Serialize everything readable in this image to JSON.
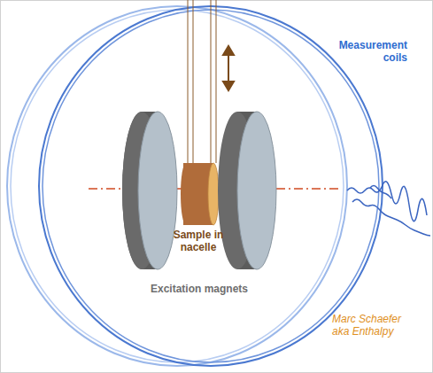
{
  "diagram": {
    "labels": [
      "Measurement coils",
      "Sample in nacelle",
      "Excitation magnets",
      "Marc Schaefer aka Enthalpy"
    ]
  }
}
